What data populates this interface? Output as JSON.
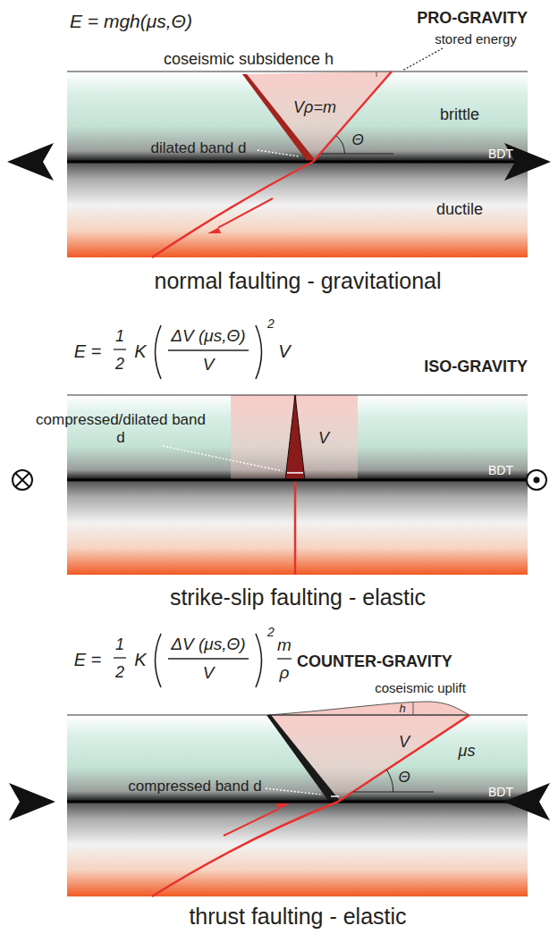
{
  "diagram": {
    "labels": [
      "E = mgh(μs,Θ)",
      "PRO-GRAVITY",
      "stored energy",
      "coseismic subsidence h",
      "Vρ=m",
      "brittle",
      "dilated band d",
      "Θ",
      "BDT",
      "ductile",
      "normal faulting - gravitational",
      "E =",
      "1",
      "2",
      "K",
      "ΔV (μs,Θ)",
      "V",
      "2",
      "V",
      "ISO-GRAVITY",
      "compressed/dilated band d",
      "V",
      "BDT",
      "strike-slip faulting - elastic",
      "E =",
      "1",
      "2",
      "K",
      "ΔV (μs,Θ)",
      "V",
      "2",
      "m",
      "ρ",
      "COUNTER-GRAVITY",
      "coseismic uplift",
      "h",
      "V",
      "μs",
      "Θ",
      "compressed band d",
      "BDT",
      "thrust faulting - elastic"
    ]
  }
}
